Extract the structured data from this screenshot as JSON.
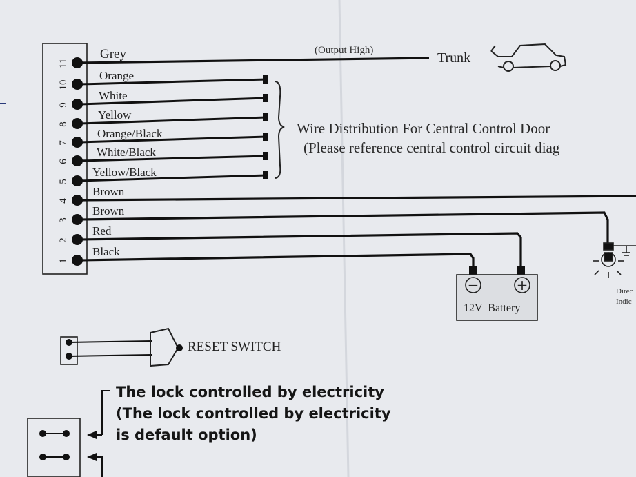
{
  "header": {
    "output_high": "(Output High)",
    "trunk": "Trunk"
  },
  "wires": [
    {
      "num": "1",
      "color": "Black"
    },
    {
      "num": "2",
      "color": "Red"
    },
    {
      "num": "3",
      "color": "Brown"
    },
    {
      "num": "4",
      "color": "Brown"
    },
    {
      "num": "5",
      "color": "Yellow/Black"
    },
    {
      "num": "6",
      "color": "White/Black"
    },
    {
      "num": "7",
      "color": "Orange/Black"
    },
    {
      "num": "8",
      "color": "Yellow"
    },
    {
      "num": "9",
      "color": "White"
    },
    {
      "num": "10",
      "color": "Orange"
    },
    {
      "num": "11",
      "color": "Grey"
    }
  ],
  "distribution": {
    "title": "Wire Distribution For Central Control Door",
    "subtitle": "(Please reference central control circuit diag"
  },
  "battery": {
    "minus": "−",
    "plus": "+",
    "label": "12V  Battery"
  },
  "indicator": {
    "line1": "Direc",
    "line2": "Indic"
  },
  "reset": {
    "label": "RESET SWITCH"
  },
  "lock": {
    "heading": "The lock controlled by electricity",
    "note_line1": "(The lock controlled by electricity",
    "note_line2": "is default option)"
  }
}
